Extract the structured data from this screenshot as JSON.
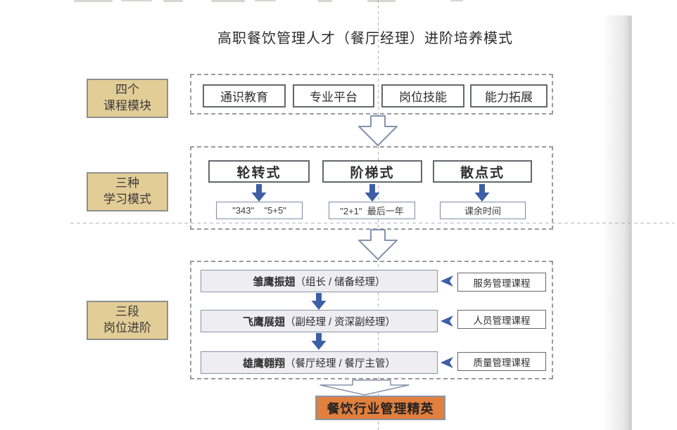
{
  "title": "高职餐饮管理人才（餐厅经理）进阶培养模式",
  "sections": [
    {
      "label_line1": "四个",
      "label_line2": "课程模块",
      "modules": [
        "通识教育",
        "专业平台",
        "岗位技能",
        "能力拓展"
      ]
    },
    {
      "label_line1": "三种",
      "label_line2": "学习模式",
      "modes": [
        {
          "name": "轮转式",
          "detail": "\"343\"    \"5+5\""
        },
        {
          "name": "阶梯式",
          "detail": "\"2+1\"  最后一年"
        },
        {
          "name": "散点式",
          "detail": "课余时间"
        }
      ]
    },
    {
      "label_line1": "三段",
      "label_line2": "岗位进阶",
      "stages": [
        {
          "name": "雏鹰振翅",
          "positions": "（组长 / 储备经理）",
          "course": "服务管理课程"
        },
        {
          "name": "飞鹰展翅",
          "positions": "（副经理 / 资深副经理）",
          "course": "人员管理课程"
        },
        {
          "name": "雄鹰翱翔",
          "positions": "（餐厅经理 / 餐厅主管）",
          "course": "质量管理课程"
        }
      ]
    }
  ],
  "result": "餐饮行业管理精英",
  "colors": {
    "accent_blue": "#3d5fa5",
    "panel_tan": "#e3cd97",
    "highlight_orange": "#e07f3e",
    "bar_gray": "#eeeef1",
    "outline_slate": "#8592ac"
  }
}
